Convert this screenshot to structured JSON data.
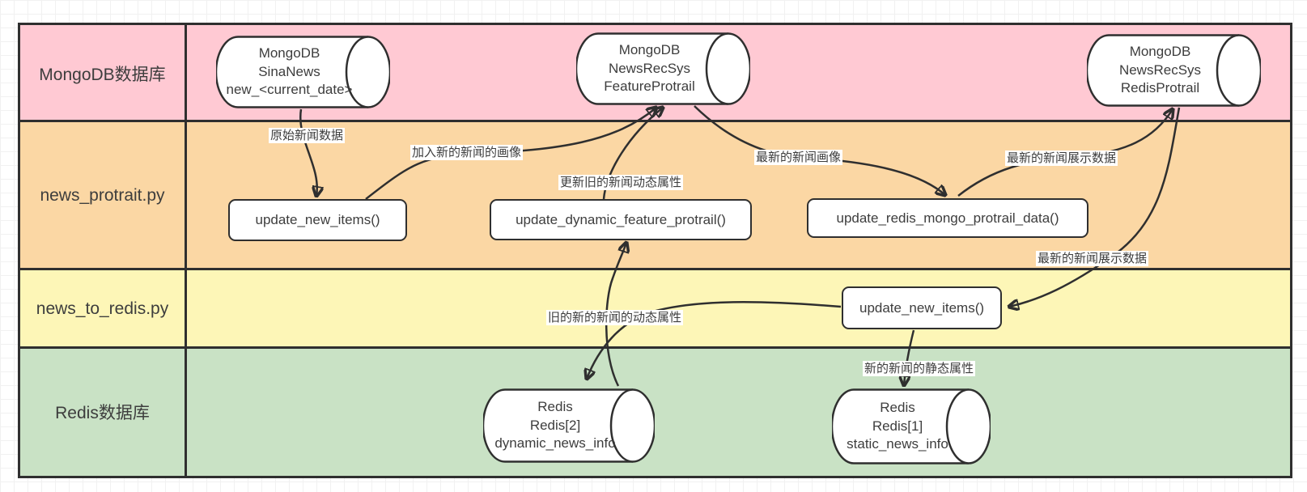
{
  "diagram": {
    "lanes": [
      {
        "label": "MongoDB数据库"
      },
      {
        "label": "news_protrait.py"
      },
      {
        "label": "news_to_redis.py"
      },
      {
        "label": "Redis数据库"
      }
    ],
    "nodes": {
      "mongo_sina": {
        "type": "cylinder",
        "lines": [
          "MongoDB",
          "SinaNews",
          "new_<current_date>"
        ]
      },
      "mongo_feature": {
        "type": "cylinder",
        "lines": [
          "MongoDB",
          "NewsRecSys",
          "FeatureProtrail"
        ]
      },
      "mongo_redis_protrail": {
        "type": "cylinder",
        "lines": [
          "MongoDB",
          "NewsRecSys",
          "RedisProtrail"
        ]
      },
      "fn_update_new_items_protrait": {
        "type": "function-box",
        "label": "update_new_items()"
      },
      "fn_update_dynamic_feature": {
        "type": "function-box",
        "label": "update_dynamic_feature_protrail()"
      },
      "fn_update_redis_mongo": {
        "type": "function-box",
        "label": "update_redis_mongo_protrail_data()"
      },
      "fn_update_new_items_redis": {
        "type": "function-box",
        "label": "update_new_items()"
      },
      "redis_dynamic": {
        "type": "cylinder",
        "lines": [
          "Redis",
          "Redis[2]",
          "dynamic_news_info"
        ]
      },
      "redis_static": {
        "type": "cylinder",
        "lines": [
          "Redis",
          "Redis[1]",
          "static_news_info"
        ]
      }
    },
    "edge_labels": {
      "raw_news": "原始新闻数据",
      "add_new_portrait": "加入新的新闻的画像",
      "update_old_dynamic": "更新旧的新闻动态属性",
      "latest_portrait": "最新的新闻画像",
      "latest_display_top": "最新的新闻展示数据",
      "latest_display_right": "最新的新闻展示数据",
      "old_dynamic_attrs": "旧的新的新闻的动态属性",
      "new_static_attrs": "新的新闻的静态属性"
    },
    "colors": {
      "mongodb_lane": "#ffc9d3",
      "protrait_lane": "#fbd7a4",
      "to_redis_lane": "#fdf6b7",
      "redis_lane": "#c9e2c5",
      "border": "#2f2f2f",
      "node_fill": "#ffffff"
    }
  }
}
